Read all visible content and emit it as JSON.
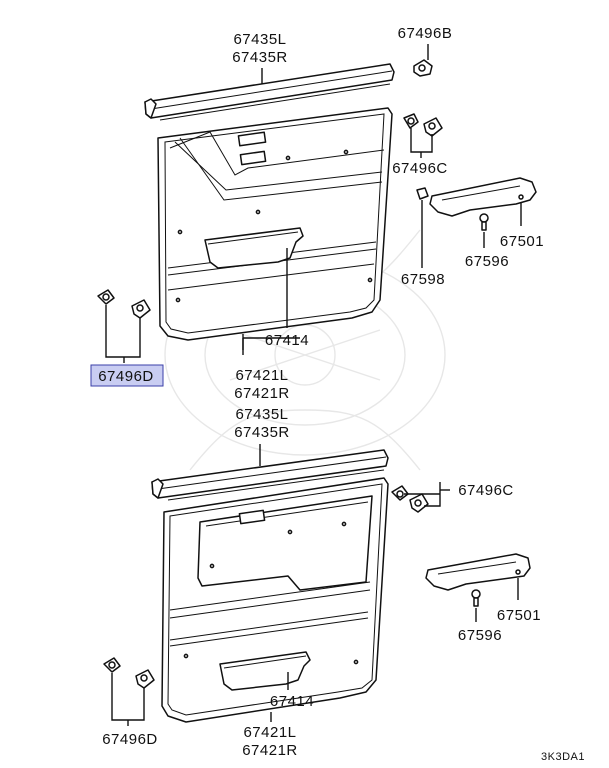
{
  "diagram": {
    "colors": {
      "highlight": "#c9cdf2",
      "highlight_border": "#3a3fa8",
      "line": "#111111",
      "watermark": "#e7e7e7"
    },
    "upper": {
      "weatherstrip_l": "67435L",
      "weatherstrip_r": "67435R",
      "clip_b": "67496B",
      "clip_c": "67496C",
      "grip": "67501",
      "grip_screw": "67596",
      "cover": "67598",
      "pocket": "67414",
      "trim_l": "67421L",
      "trim_r": "67421R",
      "clip_d": "67496D"
    },
    "lower": {
      "weatherstrip_l": "67435L",
      "weatherstrip_r": "67435R",
      "clip_c": "67496C",
      "grip": "67501",
      "grip_screw": "67596",
      "pocket": "67414",
      "trim_l": "67421L",
      "trim_r": "67421R",
      "clip_d": "67496D"
    },
    "code": "3K3DA1"
  }
}
